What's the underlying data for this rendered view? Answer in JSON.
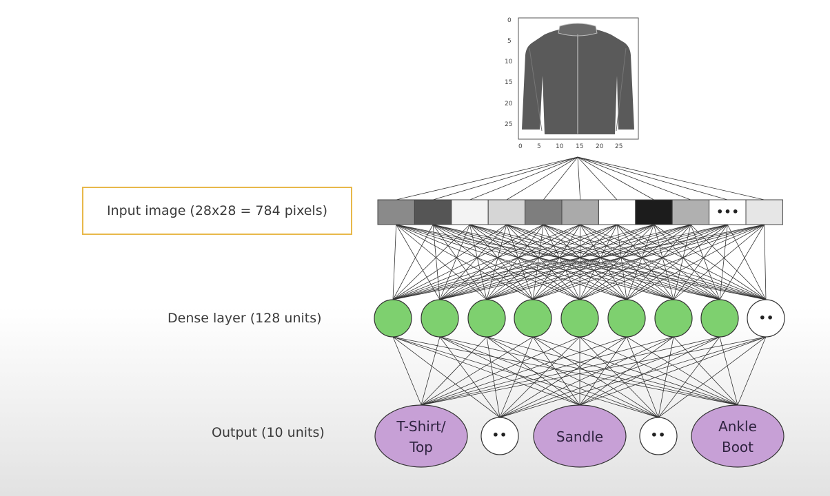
{
  "input_image": {
    "y_ticks": [
      "0",
      "5",
      "10",
      "15",
      "20",
      "25"
    ],
    "x_ticks": [
      "0",
      "5",
      "10",
      "15",
      "20",
      "25"
    ]
  },
  "labels": {
    "input": "Input image (28x28 = 784 pixels)",
    "dense": "Dense layer (128 units)",
    "output": "Output (10 units)"
  },
  "input_pixels": {
    "shades": [
      "#8a8a8a",
      "#555555",
      "#f3f3f3",
      "#d6d6d6",
      "#7e7e7e",
      "#aaaaaa",
      "#ffffff",
      "#1c1c1c",
      "#b0b0b0",
      "ellipsis",
      "#e6e6e6"
    ],
    "ellipsis_text": "•••"
  },
  "dense_layer": {
    "fill": "#7ed06f",
    "ellipsis_text": "••"
  },
  "output_layer": {
    "fill": "#c7a0d6",
    "nodes": [
      {
        "line1": "T-Shirt/",
        "line2": "Top"
      },
      {
        "dots": "••"
      },
      {
        "line1": "Sandle",
        "line2": ""
      },
      {
        "dots": "••"
      },
      {
        "line1": "Ankle",
        "line2": "Boot"
      }
    ]
  }
}
